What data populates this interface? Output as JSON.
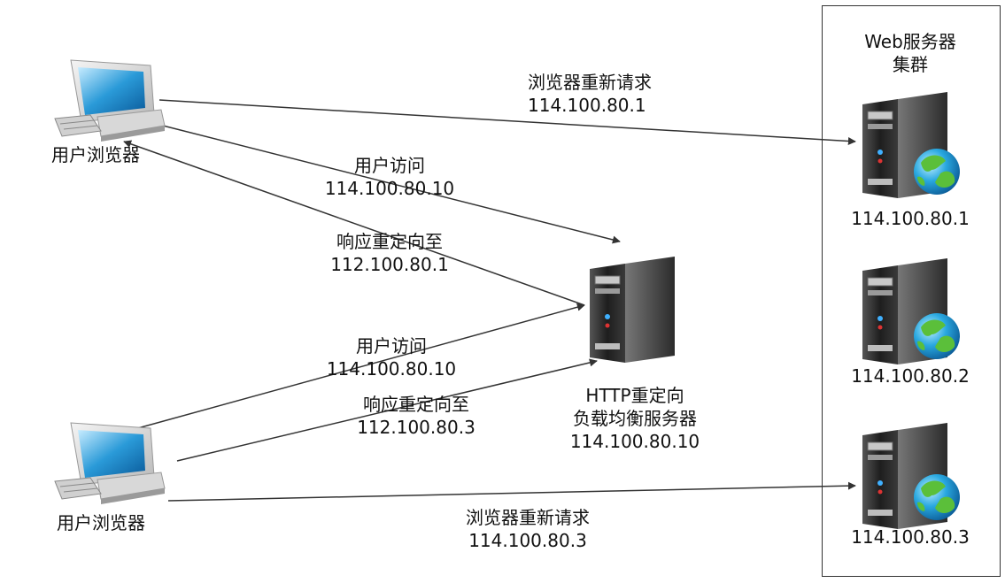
{
  "cluster": {
    "title_line1": "Web服务器",
    "title_line2": "集群"
  },
  "clients": {
    "top_label": "用户浏览器",
    "bottom_label": "用户浏览器"
  },
  "load_balancer": {
    "line1": "HTTP重定向",
    "line2": "负载均衡服务器",
    "line3": "114.100.80.10"
  },
  "web_servers": [
    {
      "ip": "114.100.80.1"
    },
    {
      "ip": "114.100.80.2"
    },
    {
      "ip": "114.100.80.3"
    }
  ],
  "edges": {
    "top_rerequest": {
      "line1": "浏览器重新请求",
      "line2": "114.100.80.1"
    },
    "top_access": {
      "line1": "用户访问",
      "line2": "114.100.80.10"
    },
    "top_redirect": {
      "line1": "响应重定向至",
      "line2": "112.100.80.1"
    },
    "bottom_access": {
      "line1": "用户访问",
      "line2": "114.100.80.10"
    },
    "bottom_redirect": {
      "line1": "响应重定向至",
      "line2": "112.100.80.3"
    },
    "bottom_rerequest": {
      "line1": "浏览器重新请求",
      "line2": "114.100.80.3"
    }
  },
  "colors": {
    "line": "#333333",
    "server_body": "#2a2a2a",
    "globe": "#1f9fd8",
    "land": "#5bbf3a",
    "monitor_screen": "#1a8fd0"
  }
}
